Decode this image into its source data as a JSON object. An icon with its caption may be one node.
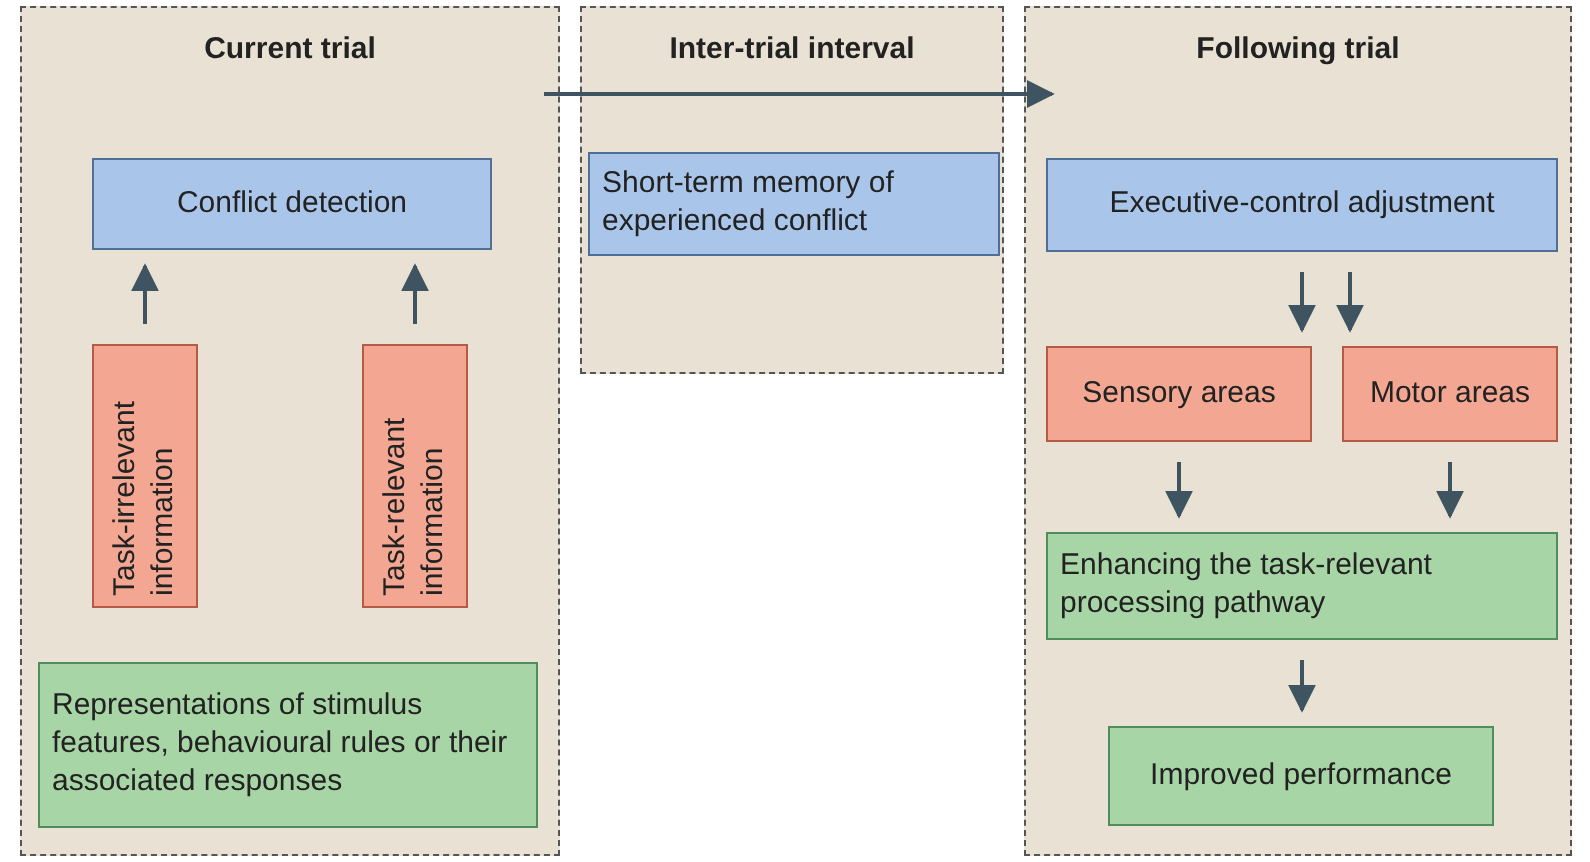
{
  "diagram": {
    "nodes": [
      {
        "text": [
          "Current trial"
        ]
      },
      {
        "text": [
          "Inter-trial interval"
        ]
      },
      {
        "text": [
          "Following trial"
        ]
      },
      {
        "text": [
          "Conflict detection"
        ],
        "in": 0
      },
      {
        "text": [
          "Task-irrelevant information"
        ],
        "in": 0
      },
      {
        "text": [
          "Task-relevant information"
        ],
        "in": 0
      },
      {
        "text": [
          "Representations of stimulus features, behavioural rules or their associated responses"
        ],
        "in": 0
      },
      {
        "text": [
          "Short-term memory of experienced conflict"
        ],
        "in": 1
      },
      {
        "text": [
          "Executive-control adjustment"
        ],
        "in": 2
      },
      {
        "text": [
          "Sensory areas"
        ],
        "in": 2
      },
      {
        "text": [
          "Motor areas"
        ],
        "in": 2
      },
      {
        "text": [
          "Enhancing the task-relevant processing pathway"
        ],
        "in": 2
      },
      {
        "text": [
          "Improved performance"
        ],
        "in": 2
      }
    ],
    "edges": [
      {
        "from": 4,
        "to": 3,
        "arrow": "to"
      },
      {
        "from": 5,
        "to": 3,
        "arrow": "to"
      },
      {
        "from": 0,
        "to": 2,
        "arrow": "to"
      },
      {
        "from": 8,
        "to": 9,
        "arrow": "to"
      },
      {
        "from": 8,
        "to": 10,
        "arrow": "to"
      },
      {
        "from": 9,
        "to": 11,
        "arrow": "to"
      },
      {
        "from": 10,
        "to": 11,
        "arrow": "to"
      },
      {
        "from": 11,
        "to": 12,
        "arrow": "to"
      }
    ]
  }
}
